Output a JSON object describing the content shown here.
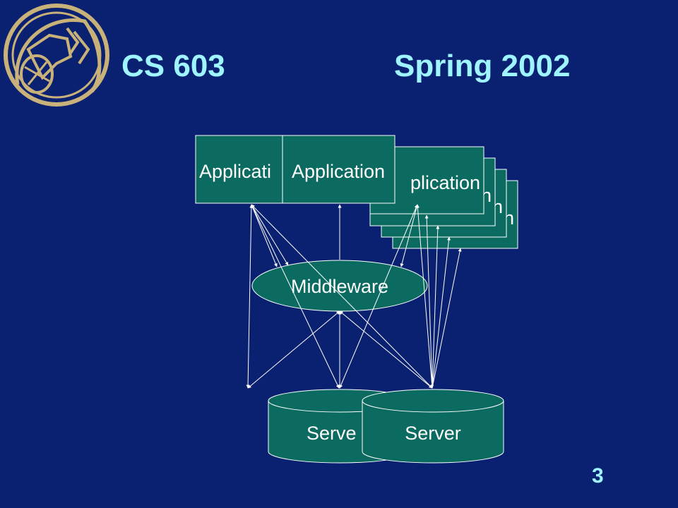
{
  "slide": {
    "title_left": "CS 603",
    "title_right": "Spring 2002",
    "page_number": "3",
    "logo_icon": "purdue-university-seal-icon"
  },
  "diagram": {
    "app_label": "Application",
    "app_label_partial_1": "Applicati",
    "app_label_partial_2": "plication",
    "app_stack_tail": "n",
    "middleware_label": "Middleware",
    "server_label": "Server",
    "server_label_partial": "Serve"
  },
  "colors": {
    "background": "#0a2070",
    "box_fill": "#0b6b60",
    "title": "#9ff5ff",
    "logo": "#c9b27a"
  }
}
